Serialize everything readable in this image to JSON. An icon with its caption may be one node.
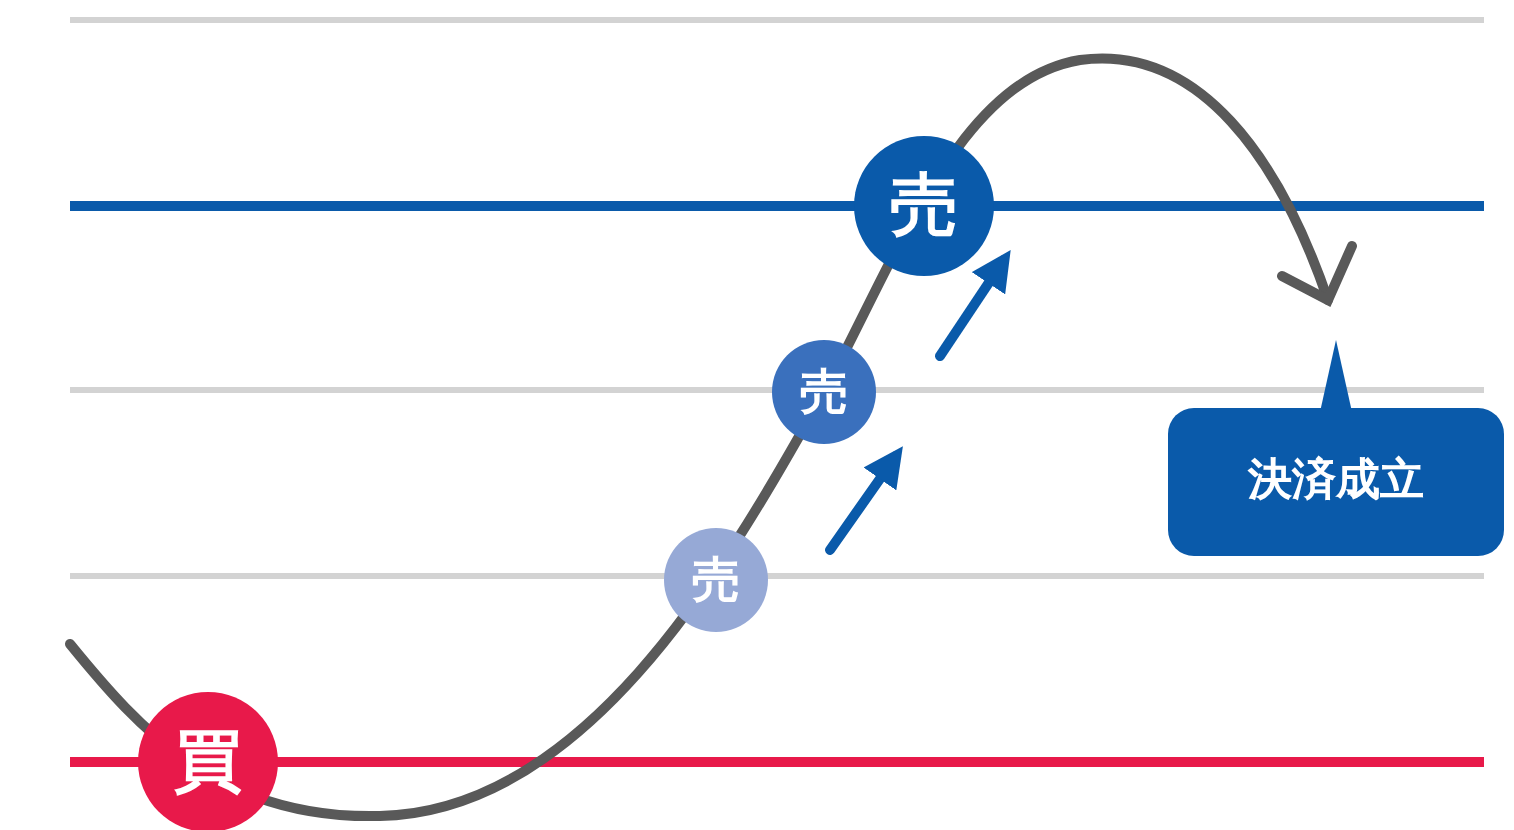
{
  "diagram": {
    "nodes": [
      {
        "text": [
          "買"
        ]
      },
      {
        "text": [
          "売"
        ]
      },
      {
        "text": [
          "売"
        ]
      },
      {
        "text": [
          "売"
        ]
      },
      {
        "text": [
          "決済成立"
        ]
      }
    ]
  }
}
